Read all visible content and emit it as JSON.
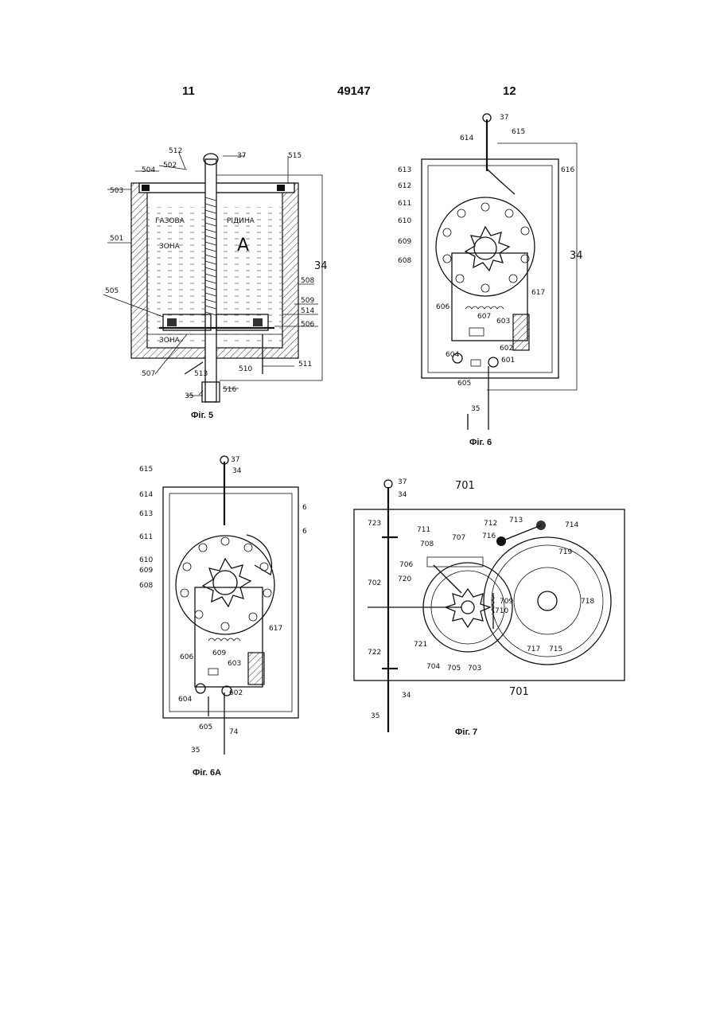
{
  "header": {
    "left_page": "11",
    "doc_number": "49147",
    "right_page": "12"
  },
  "figures": {
    "fig5": {
      "caption": "Фіг. 5",
      "labels": [
        "512",
        "37",
        "515",
        "504",
        "502",
        "503",
        "501",
        "505",
        "508",
        "509",
        "514",
        "506",
        "507",
        "513",
        "510",
        "511",
        "35",
        "516",
        "34"
      ],
      "text_a": "ГАЗОВА",
      "text_b": "РІДИНА",
      "text_c": "ЗОНА",
      "text_d": "А"
    },
    "fig6": {
      "caption": "Фіг. 6",
      "labels": [
        "37",
        "615",
        "614",
        "613",
        "616",
        "612",
        "611",
        "610",
        "609",
        "608",
        "606",
        "607",
        "603",
        "617",
        "602",
        "604",
        "601",
        "605",
        "35",
        "34"
      ]
    },
    "fig6a": {
      "caption": "Фіг. 6А",
      "labels": [
        "37",
        "34",
        "615",
        "614",
        "613",
        "611",
        "610",
        "609",
        "608",
        "606",
        "609",
        "603",
        "617",
        "604",
        "602",
        "605",
        "35",
        "74",
        "6",
        "6"
      ]
    },
    "fig7": {
      "caption": "Фіг. 7",
      "labels": [
        "37",
        "34",
        "701",
        "723",
        "702",
        "722",
        "712",
        "713",
        "714",
        "711",
        "716",
        "708",
        "707",
        "719",
        "706",
        "720",
        "710",
        "709",
        "718",
        "721",
        "704",
        "705",
        "703",
        "717",
        "715",
        "701",
        "34",
        "35"
      ]
    }
  }
}
